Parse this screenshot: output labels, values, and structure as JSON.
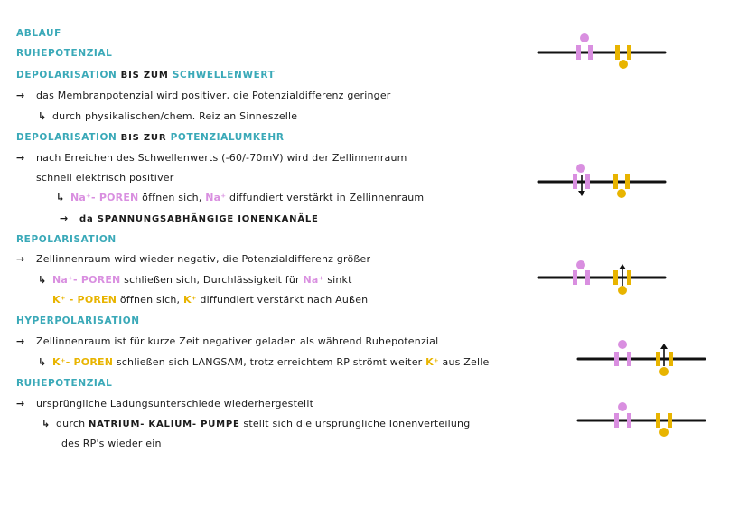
{
  "title": "ABLAUF",
  "section_ruhe1": "RUHEPOTENZIAL",
  "section_depol1": {
    "a": "DEPOLARISATION",
    "b": " BIS ZUM ",
    "c": "SCHWELLENWERT"
  },
  "l_depol1_1": "das Membranpotenzial wird positiver, die Potenzialdifferenz geringer",
  "l_depol1_2": "durch physikalischen/chem. Reiz an Sinneszelle",
  "section_depol2": {
    "a": "DEPOLARISATION",
    "b": " BIS ZUR ",
    "c": "POTENZIALUMKEHR"
  },
  "l_depol2_1": "nach Erreichen des Schwellenwerts (-60/-70mV) wird der Zellinnenraum",
  "l_depol2_2": "schnell elektrisch positiver",
  "l_depol2_3": {
    "a": "Na⁺- POREN",
    "b": " öffnen sich, ",
    "c": "Na⁺",
    "d": " diffundiert verstärkt in Zellinnenraum"
  },
  "l_depol2_4": "da SPANNUNGSABHÄNGIGE IONENKANÄLE",
  "section_repol": "REPOLARISATION",
  "l_repol_1": "Zellinnenraum wird wieder negativ, die Potenzialdifferenz größer",
  "l_repol_2": {
    "a": "Na⁺- POREN",
    "b": " schließen sich, Durchlässigkeit für ",
    "c": "Na⁺",
    "d": " sinkt"
  },
  "l_repol_3": {
    "a": "K⁺ - POREN",
    "b": " öffnen sich, ",
    "c": "K⁺",
    "d": " diffundiert verstärkt nach Außen"
  },
  "section_hyper": "HYPERPOLARISATION",
  "l_hyper_1": "Zellinnenraum ist für kurze Zeit negativer geladen als während Ruhepotenzial",
  "l_hyper_2": {
    "a": "K⁺- POREN",
    "b": " schließen sich LANGSAM, trotz erreichtem RP strömt weiter ",
    "c": "K⁺",
    "d": " aus Zelle"
  },
  "section_ruhe2": "RUHEPOTENZIAL",
  "l_ruhe2_1": "ursprüngliche Ladungsunterschiede wiederhergestellt",
  "l_ruhe2_2": {
    "a": "durch ",
    "b": "NATRIUM- KALIUM- PUMPE",
    "c": " stellt sich die ursprüngliche Ionenverteilung"
  },
  "l_ruhe2_3": "des RP's wieder ein",
  "glyphs": {
    "arrow": "→",
    "sub_arrow": "↳"
  },
  "colors": {
    "heading": "#3aa9b8",
    "sodium": "#d98fe0",
    "potassium": "#e8b400",
    "text": "#1a1a1a"
  }
}
